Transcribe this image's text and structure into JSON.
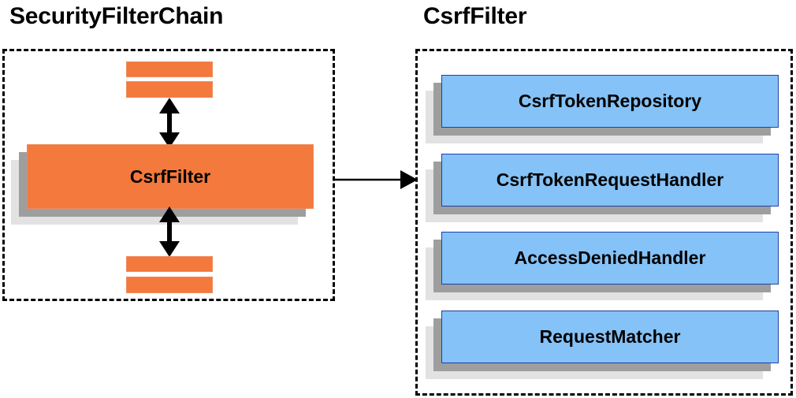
{
  "diagram": {
    "type": "component-relationship-diagram",
    "colors": {
      "orange_fill": "#f3793c",
      "orange_border": "#f08a5d",
      "blue_fill": "#85c2f7",
      "blue_border": "#1f3fa8",
      "shadow_dark": "#9e9e9e",
      "shadow_light": "#e2e2e2",
      "panel_border": "#000000",
      "text": "#000000",
      "background": "#ffffff"
    }
  },
  "left_panel": {
    "title": "SecurityFilterChain",
    "main_box": {
      "label": "CsrfFilter"
    },
    "top_bars": [
      {
        "label": ""
      },
      {
        "label": ""
      }
    ],
    "bottom_bars": [
      {
        "label": ""
      },
      {
        "label": ""
      }
    ],
    "arrows": {
      "top": "double-headed-vertical-arrow",
      "bottom": "double-headed-vertical-arrow"
    }
  },
  "right_panel": {
    "title": "CsrfFilter",
    "components": [
      {
        "label": "CsrfTokenRepository"
      },
      {
        "label": "CsrfTokenRequestHandler"
      },
      {
        "label": "AccessDeniedHandler"
      },
      {
        "label": "RequestMatcher"
      }
    ]
  },
  "connector": {
    "from": "CsrfFilter",
    "to": "CsrfFilter detail panel",
    "style": "single-headed-horizontal-arrow"
  }
}
